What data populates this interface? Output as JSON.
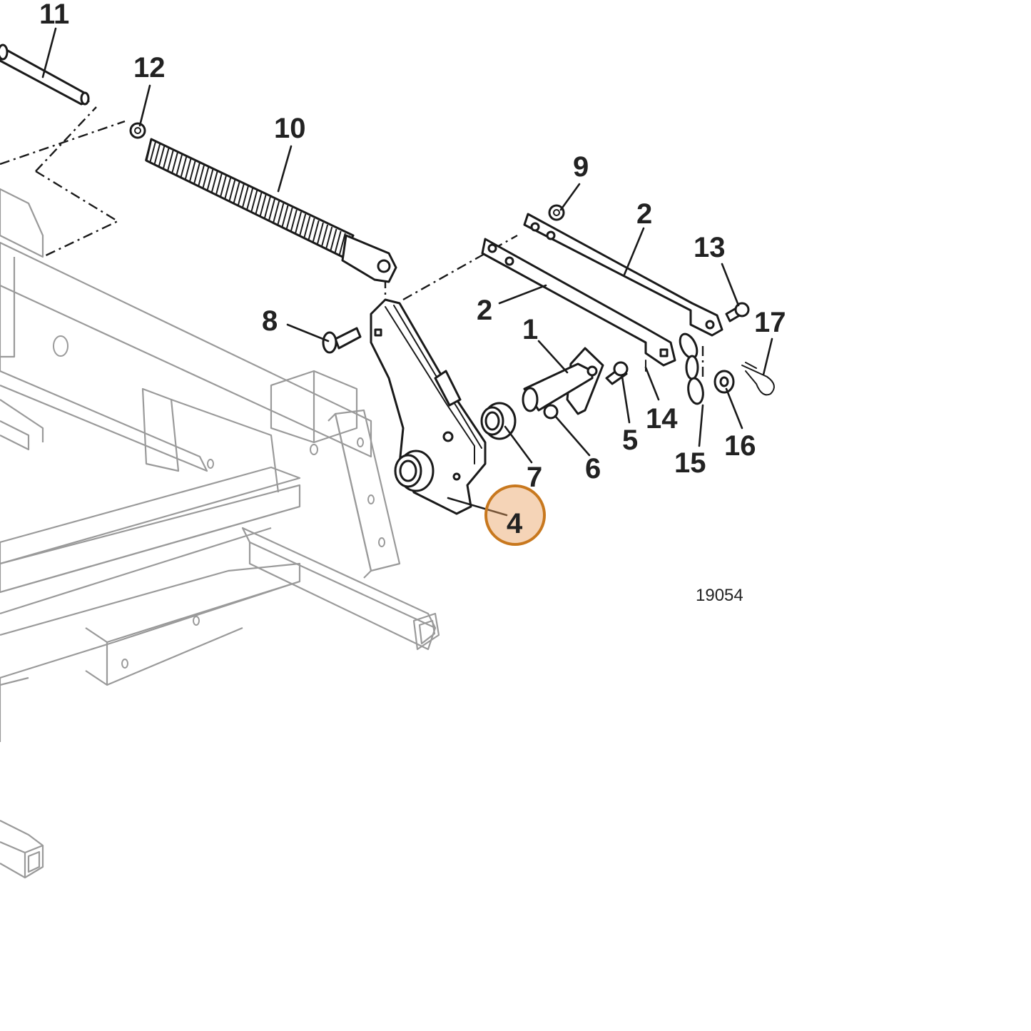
{
  "callouts": {
    "c1": "1",
    "c2a": "2",
    "c2b": "2",
    "c4": "4",
    "c5": "5",
    "c6": "6",
    "c7": "7",
    "c8": "8",
    "c9": "9",
    "c10": "10",
    "c11": "11",
    "c12": "12",
    "c13": "13",
    "c14": "14",
    "c15": "15",
    "c16": "16",
    "c17": "17"
  },
  "highlighted_callout": "4",
  "highlight_color": "#e8a060",
  "highlight_stroke": "#c8781e",
  "figure_id": "19054"
}
